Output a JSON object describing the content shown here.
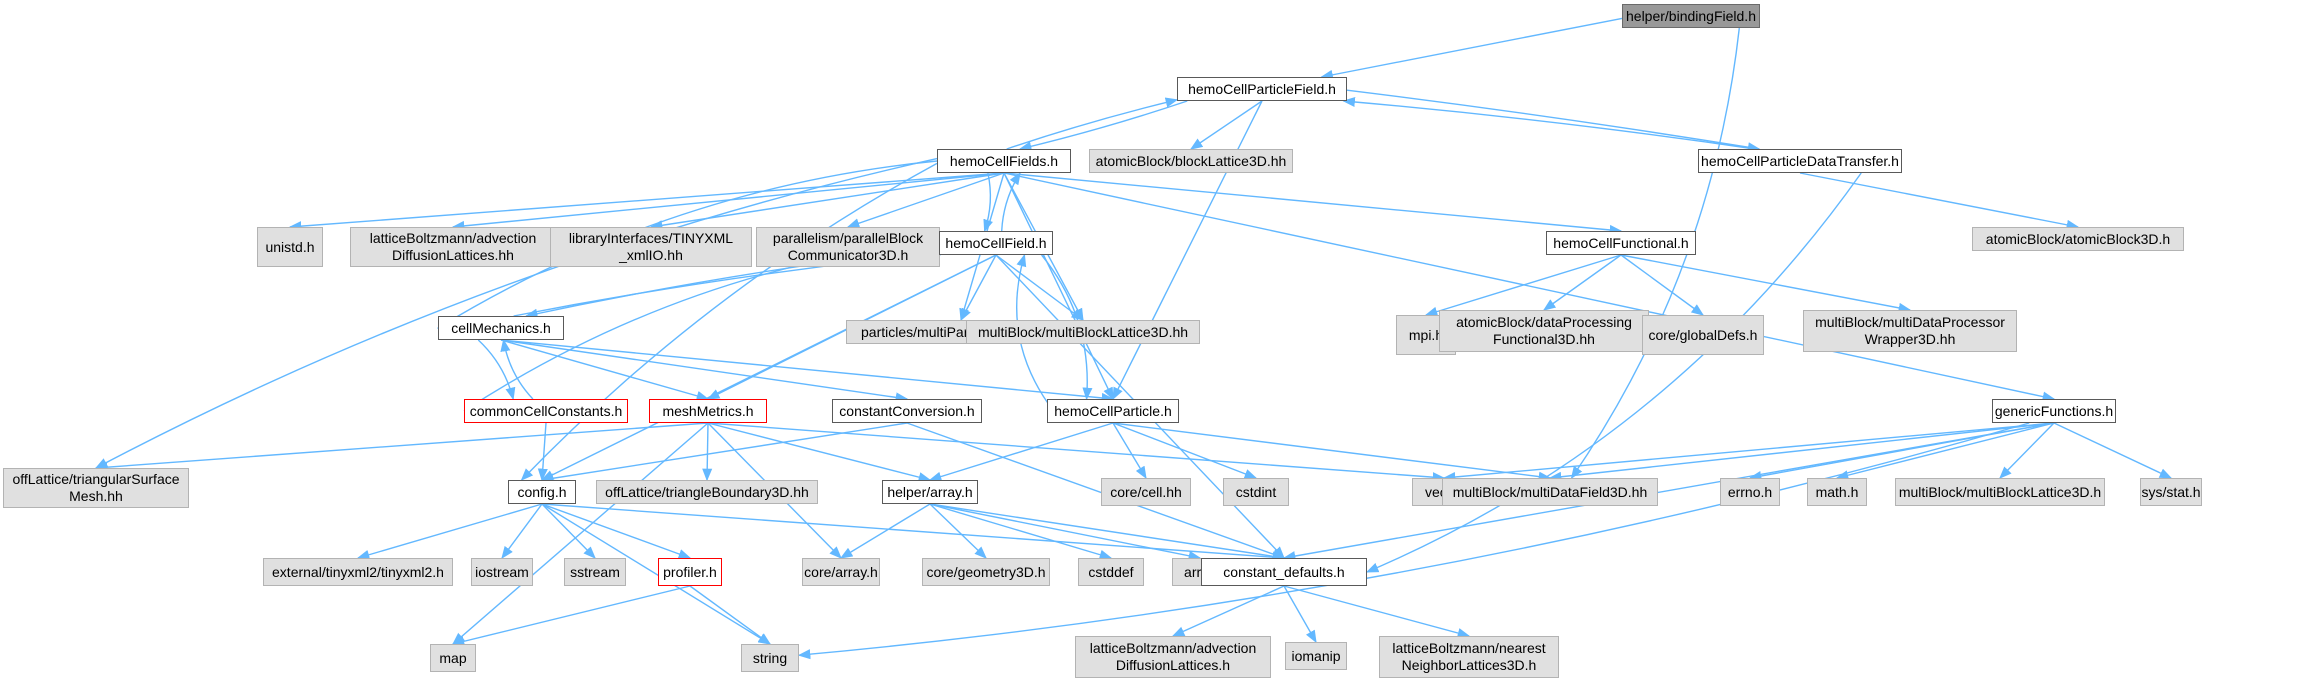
{
  "colors": {
    "edge": "#63b8ff",
    "project_border": "#595959",
    "external_fill": "#e0e0e0",
    "truncated_border": "#ff0000",
    "root_fill": "#999999"
  },
  "nodes": [
    {
      "id": "bindingField",
      "label": "helper/bindingField.h",
      "kind": "root",
      "link": false
    },
    {
      "id": "hcpf",
      "label": "hemoCellParticleField.h",
      "kind": "project",
      "link": true
    },
    {
      "id": "blockLattice",
      "label": "atomicBlock/blockLattice3D.hh",
      "kind": "external",
      "link": false
    },
    {
      "id": "hcfields",
      "label": "hemoCellFields.h",
      "kind": "project",
      "link": true
    },
    {
      "id": "hcpdt",
      "label": "hemoCellParticleDataTransfer.h",
      "kind": "project",
      "link": true
    },
    {
      "id": "atomicBlock",
      "label": "atomicBlock/atomicBlock3D.h",
      "kind": "external",
      "link": false
    },
    {
      "id": "unistd",
      "label": "unistd.h",
      "kind": "external",
      "link": false
    },
    {
      "id": "lbadvDL",
      "label": "latticeBoltzmann/advection\nDiffusionLattices.hh",
      "kind": "external",
      "link": false
    },
    {
      "id": "tinyxmlio",
      "label": "libraryInterfaces/TINYXML\n_xmlIO.hh",
      "kind": "external",
      "link": false
    },
    {
      "id": "parBlockComm",
      "label": "parallelism/parallelBlock\nCommunicator3D.h",
      "kind": "external",
      "link": false
    },
    {
      "id": "hcfield",
      "label": "hemoCellField.h",
      "kind": "project",
      "link": true
    },
    {
      "id": "hcfunctional",
      "label": "hemoCellFunctional.h",
      "kind": "project",
      "link": true
    },
    {
      "id": "mpi",
      "label": "mpi.h",
      "kind": "external",
      "link": false
    },
    {
      "id": "dataProcFunc",
      "label": "atomicBlock/dataProcessing\nFunctional3D.hh",
      "kind": "external",
      "link": false
    },
    {
      "id": "globalDefs",
      "label": "core/globalDefs.h",
      "kind": "external",
      "link": false
    },
    {
      "id": "mdpw",
      "label": "multiBlock/multiDataProcessor\nWrapper3D.hh",
      "kind": "external",
      "link": false
    },
    {
      "id": "cellMechanics",
      "label": "cellMechanics.h",
      "kind": "project",
      "link": true
    },
    {
      "id": "mpf3d",
      "label": "particles/multiParticleField3D.hh",
      "kind": "external",
      "link": false
    },
    {
      "id": "mbl3dhh",
      "label": "multiBlock/multiBlockLattice3D.hh",
      "kind": "external",
      "link": false
    },
    {
      "id": "commonCC",
      "label": "commonCellConstants.h",
      "kind": "truncated",
      "link": true
    },
    {
      "id": "meshMetrics",
      "label": "meshMetrics.h",
      "kind": "truncated",
      "link": true
    },
    {
      "id": "constConv",
      "label": "constantConversion.h",
      "kind": "project",
      "link": true
    },
    {
      "id": "hcparticle",
      "label": "hemoCellParticle.h",
      "kind": "project",
      "link": true
    },
    {
      "id": "genericFunctions",
      "label": "genericFunctions.h",
      "kind": "project",
      "link": true
    },
    {
      "id": "triSurfMesh",
      "label": "offLattice/triangularSurface\nMesh.hh",
      "kind": "external",
      "link": false
    },
    {
      "id": "config",
      "label": "config.h",
      "kind": "project",
      "link": true
    },
    {
      "id": "triBoundary",
      "label": "offLattice/triangleBoundary3D.hh",
      "kind": "external",
      "link": false
    },
    {
      "id": "helperArray",
      "label": "helper/array.h",
      "kind": "project",
      "link": true
    },
    {
      "id": "coreCell",
      "label": "core/cell.hh",
      "kind": "external",
      "link": false
    },
    {
      "id": "cstdint",
      "label": "cstdint",
      "kind": "external",
      "link": false
    },
    {
      "id": "vector",
      "label": "vector",
      "kind": "external",
      "link": false
    },
    {
      "id": "mdf3d",
      "label": "multiBlock/multiDataField3D.hh",
      "kind": "external",
      "link": false
    },
    {
      "id": "errno",
      "label": "errno.h",
      "kind": "external",
      "link": false
    },
    {
      "id": "math",
      "label": "math.h",
      "kind": "external",
      "link": false
    },
    {
      "id": "mbl3dh",
      "label": "multiBlock/multiBlockLattice3D.h",
      "kind": "external",
      "link": false
    },
    {
      "id": "sysstat",
      "label": "sys/stat.h",
      "kind": "external",
      "link": false
    },
    {
      "id": "tinyxml2",
      "label": "external/tinyxml2/tinyxml2.h",
      "kind": "external",
      "link": false
    },
    {
      "id": "iostream",
      "label": "iostream",
      "kind": "external",
      "link": false
    },
    {
      "id": "sstream",
      "label": "sstream",
      "kind": "external",
      "link": false
    },
    {
      "id": "profiler",
      "label": "profiler.h",
      "kind": "truncated",
      "link": true
    },
    {
      "id": "coreArray",
      "label": "core/array.h",
      "kind": "external",
      "link": false
    },
    {
      "id": "coreGeom",
      "label": "core/geometry3D.h",
      "kind": "external",
      "link": false
    },
    {
      "id": "cstddef",
      "label": "cstddef",
      "kind": "external",
      "link": false
    },
    {
      "id": "array",
      "label": "array",
      "kind": "external",
      "link": false
    },
    {
      "id": "constDefaults",
      "label": "constant_defaults.h",
      "kind": "project",
      "link": true
    },
    {
      "id": "map",
      "label": "map",
      "kind": "external",
      "link": false
    },
    {
      "id": "string",
      "label": "string",
      "kind": "external",
      "link": false
    },
    {
      "id": "lbadvDLh",
      "label": "latticeBoltzmann/advection\nDiffusionLattices.h",
      "kind": "external",
      "link": false
    },
    {
      "id": "iomanip",
      "label": "iomanip",
      "kind": "external",
      "link": false
    },
    {
      "id": "nnLattices",
      "label": "latticeBoltzmann/nearest\nNeighborLattices3D.h",
      "kind": "external",
      "link": false
    }
  ],
  "edges": [
    [
      "bindingField",
      "hcpf"
    ],
    [
      "bindingField",
      "mdf3d"
    ],
    [
      "hcpf",
      "blockLattice"
    ],
    [
      "hcpf",
      "hcfields"
    ],
    [
      "hcpf",
      "hcpdt"
    ],
    [
      "hcpf",
      "hcparticle"
    ],
    [
      "hcfields",
      "hcpf"
    ],
    [
      "hcfields",
      "unistd"
    ],
    [
      "hcfields",
      "lbadvDL"
    ],
    [
      "hcfields",
      "tinyxmlio"
    ],
    [
      "hcfields",
      "parBlockComm"
    ],
    [
      "hcfields",
      "hcfield"
    ],
    [
      "hcfields",
      "hcfunctional"
    ],
    [
      "hcfields",
      "mpf3d"
    ],
    [
      "hcfields",
      "mbl3dhh"
    ],
    [
      "hcfields",
      "hcparticle"
    ],
    [
      "hcfields",
      "triSurfMesh"
    ],
    [
      "hcfields",
      "config"
    ],
    [
      "hcfields",
      "genericFunctions"
    ],
    [
      "hcfields",
      "cellMechanics"
    ],
    [
      "hcpdt",
      "hcpf"
    ],
    [
      "hcpdt",
      "atomicBlock"
    ],
    [
      "hcpdt",
      "constDefaults"
    ],
    [
      "hcfield",
      "hcfields"
    ],
    [
      "hcfield",
      "cellMechanics"
    ],
    [
      "hcfield",
      "mpf3d"
    ],
    [
      "hcfield",
      "mbl3dhh"
    ],
    [
      "hcfield",
      "meshMetrics"
    ],
    [
      "hcfield",
      "hcparticle"
    ],
    [
      "hcfield",
      "constDefaults"
    ],
    [
      "hcfield",
      "config"
    ],
    [
      "hcfunctional",
      "mpi"
    ],
    [
      "hcfunctional",
      "dataProcFunc"
    ],
    [
      "hcfunctional",
      "globalDefs"
    ],
    [
      "hcfunctional",
      "mdpw"
    ],
    [
      "cellMechanics",
      "hcfield"
    ],
    [
      "cellMechanics",
      "commonCC"
    ],
    [
      "cellMechanics",
      "meshMetrics"
    ],
    [
      "cellMechanics",
      "constConv"
    ],
    [
      "cellMechanics",
      "hcparticle"
    ],
    [
      "commonCC",
      "cellMechanics"
    ],
    [
      "commonCC",
      "config"
    ],
    [
      "commonCC",
      "hcfield"
    ],
    [
      "meshMetrics",
      "triSurfMesh"
    ],
    [
      "meshMetrics",
      "triBoundary"
    ],
    [
      "meshMetrics",
      "helperArray"
    ],
    [
      "meshMetrics",
      "vector"
    ],
    [
      "meshMetrics",
      "map"
    ],
    [
      "meshMetrics",
      "coreArray"
    ],
    [
      "constConv",
      "config"
    ],
    [
      "constConv",
      "constDefaults"
    ],
    [
      "hcparticle",
      "hcfield"
    ],
    [
      "hcparticle",
      "helperArray"
    ],
    [
      "hcparticle",
      "coreCell"
    ],
    [
      "hcparticle",
      "cstdint"
    ],
    [
      "hcparticle",
      "mdf3d"
    ],
    [
      "genericFunctions",
      "vector"
    ],
    [
      "genericFunctions",
      "mdf3d"
    ],
    [
      "genericFunctions",
      "errno"
    ],
    [
      "genericFunctions",
      "math"
    ],
    [
      "genericFunctions",
      "mbl3dh"
    ],
    [
      "genericFunctions",
      "sysstat"
    ],
    [
      "genericFunctions",
      "constDefaults"
    ],
    [
      "genericFunctions",
      "string"
    ],
    [
      "config",
      "tinyxml2"
    ],
    [
      "config",
      "iostream"
    ],
    [
      "config",
      "sstream"
    ],
    [
      "config",
      "profiler"
    ],
    [
      "config",
      "string"
    ],
    [
      "config",
      "constDefaults"
    ],
    [
      "helperArray",
      "coreArray"
    ],
    [
      "helperArray",
      "coreGeom"
    ],
    [
      "helperArray",
      "cstddef"
    ],
    [
      "helperArray",
      "array"
    ],
    [
      "helperArray",
      "constDefaults"
    ],
    [
      "profiler",
      "map"
    ],
    [
      "profiler",
      "string"
    ],
    [
      "constDefaults",
      "lbadvDLh"
    ],
    [
      "constDefaults",
      "iomanip"
    ],
    [
      "constDefaults",
      "nnLattices"
    ]
  ]
}
